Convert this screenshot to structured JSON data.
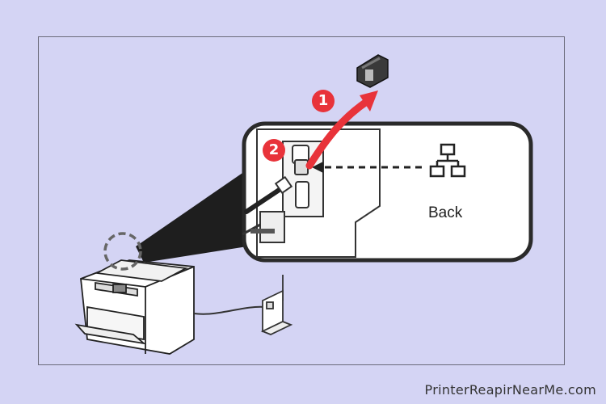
{
  "diagram": {
    "steps": [
      {
        "number": "1"
      },
      {
        "number": "2"
      }
    ],
    "port_label": "Back",
    "icons": [
      "lan-network-icon",
      "cap-icon",
      "printer-icon",
      "wireless-router-icon"
    ],
    "colors": {
      "background": "#d4d4f4",
      "accent": "#e8333a",
      "line": "#222222"
    }
  },
  "watermark": "PrinterReapirNearMe.com"
}
